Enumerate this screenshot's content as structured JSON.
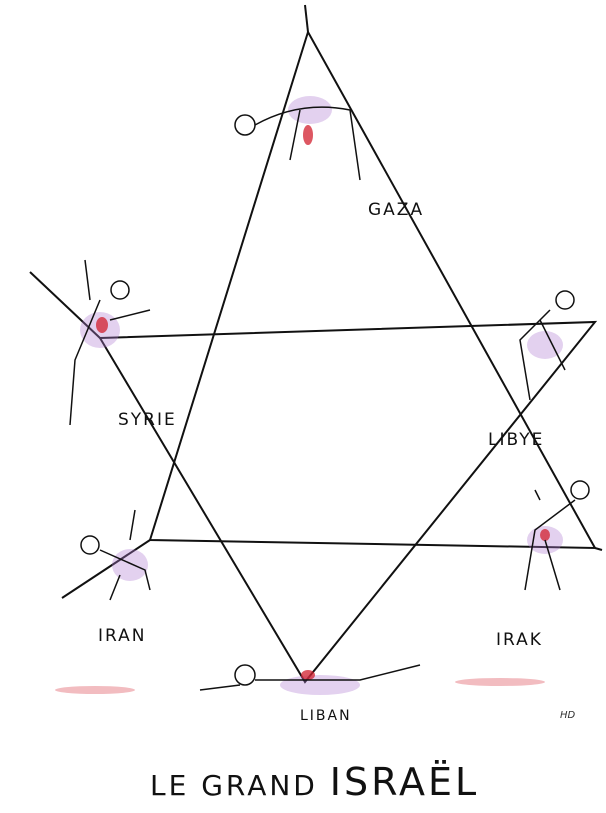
{
  "labels": {
    "gaza": "GAZA",
    "syrie": "SYRIE",
    "libye": "LIBYE",
    "iran": "IRAN",
    "irak": "IRAK",
    "liban": "LIBAN"
  },
  "title": {
    "part1": "LE GRAND",
    "part2": "ISRAËL"
  },
  "signature": "HD",
  "colors": {
    "ink": "#111111",
    "blood": "#d21f2e",
    "wash": "#b07ad0"
  }
}
